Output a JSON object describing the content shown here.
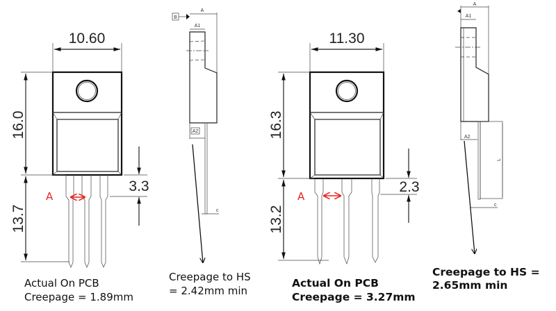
{
  "left_package": {
    "width_dim": "10.60",
    "height_upper_dim": "16.0",
    "height_lower_dim": "13.7",
    "lead_shoulder_dim": "3.3",
    "creepage_marker": "A",
    "note_line1": "Actual On PCB",
    "note_line2": "Creepage = 1.89mm"
  },
  "left_side_view": {
    "datum_label": "B",
    "dim_a": "A",
    "dim_a1": "A1",
    "dim_a2": "A2",
    "dim_c": "c",
    "note_line1": "Creepage to HS",
    "note_line2": "= 2.42mm min"
  },
  "right_package": {
    "width_dim": "11.30",
    "height_upper_dim": "16.3",
    "height_lower_dim": "13.2",
    "lead_shoulder_dim": "2.3",
    "creepage_marker": "A",
    "note_line1": "Actual On PCB",
    "note_line2": "Creepage = 3.27mm"
  },
  "right_side_view": {
    "dim_a": "A",
    "dim_a1": "A1",
    "dim_a2": "A2",
    "dim_l": "L",
    "dim_c": "c",
    "note_line1": "Creepage to HS =",
    "note_line2": "2.65mm min"
  },
  "colors": {
    "creepage_marker": "#e8231f",
    "line": "#222222"
  }
}
